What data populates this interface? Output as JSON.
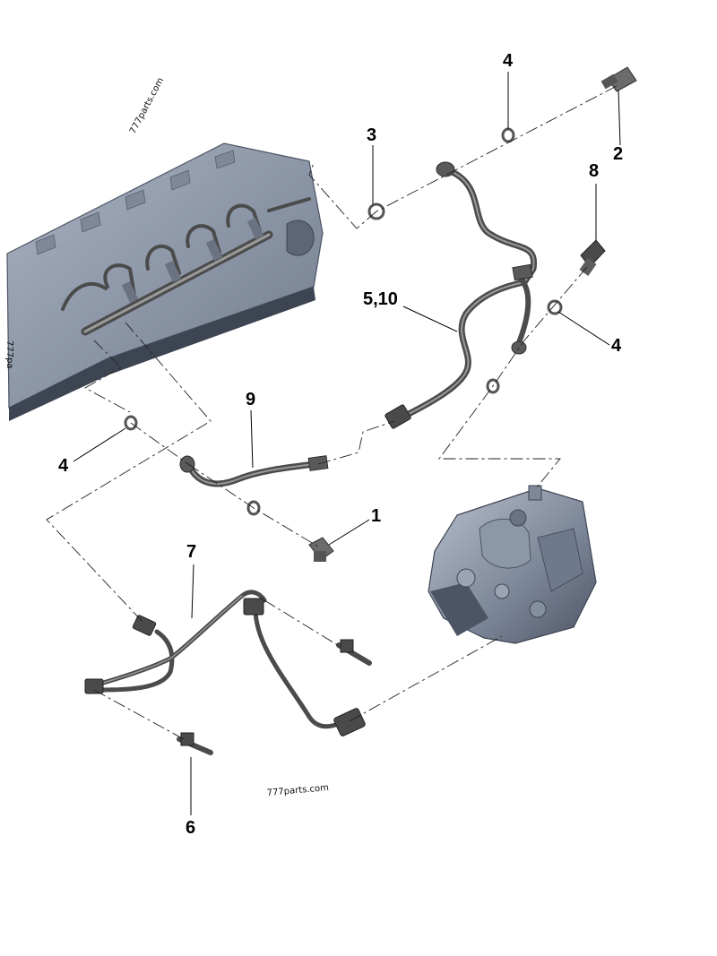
{
  "callouts": {
    "c1": "1",
    "c2": "2",
    "c3": "3",
    "c4a": "4",
    "c4b": "4",
    "c4c": "4",
    "c510": "5,10",
    "c6": "6",
    "c7": "7",
    "c8": "8",
    "c9": "9"
  },
  "watermarks": {
    "top": "777parts.com",
    "side": "777pa",
    "bottom": "777parts.com"
  },
  "colors": {
    "metal_dark": "#4b4b4b",
    "metal_light": "#9a9a9a",
    "casting_blue": "#8c97a8",
    "casting_shadow": "#5d6676"
  }
}
